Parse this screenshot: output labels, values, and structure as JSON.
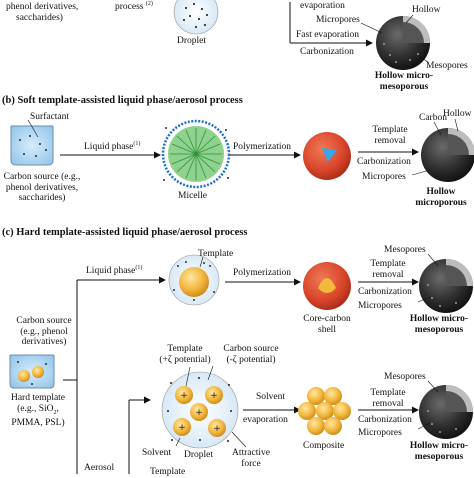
{
  "top": {
    "carbon_source_tail": "phenol derivatives,",
    "carbon_source_tail2": "saccharides)",
    "process": "process",
    "process_sup": "(2)",
    "droplet": "Droplet",
    "evaporation": "evaporation",
    "fast_evaporation": "Fast evaporation",
    "carbonization": "Carbonization",
    "micropores": "Micropores",
    "hollow": "Hollow",
    "mesopores": "Mesopores",
    "result_line1": "Hollow micro-",
    "result_line2": "mesoporous"
  },
  "section_b": {
    "title": "(b) Soft template-assisted liquid phase/aerosol process",
    "surfactant": "Surfactant",
    "liquid_phase": "Liquid phase",
    "liquid_phase_sup": "(1)",
    "polymerization": "Polymerization",
    "micelle": "Micelle",
    "template_removal_1": "Template",
    "template_removal_2": "removal",
    "carbon": "Carbon",
    "hollow": "Hollow",
    "carbonization": "Carbonization",
    "micropores": "Micropores",
    "carbon_source_1": "Carbon source (e.g.,",
    "carbon_source_2": "phenol derivatives,",
    "carbon_source_3": "saccharides)",
    "result_line1": "Hollow",
    "result_line2": "microporous"
  },
  "section_c": {
    "title": "(c) Hard template-assisted liquid phase/aerosol process",
    "liquid_phase": "Liquid phase",
    "liquid_phase_sup": "(1)",
    "template": "Template",
    "polymerization": "Polymerization",
    "mesopores_1": "Mesopores",
    "template_removal_1a": "Template",
    "template_removal_1b": "removal",
    "carbonization_1": "Carbonization",
    "micropores_1": "Micropores",
    "core_shell_1": "Core-carbon",
    "core_shell_2": "shell",
    "result1_line1": "Hollow micro-",
    "result1_line2": "mesoporous",
    "carbon_source_1": "Carbon source",
    "carbon_source_2": "(e.g., phenol",
    "carbon_source_3": "derivatives)",
    "template_pos_1": "Template",
    "template_pos_2": "(+ζ potential)",
    "carbon_neg_1": "Carbon source",
    "carbon_neg_2": "(-ζ potential)",
    "hard_template_1": "Hard template",
    "hard_template_2": "(e.g., SiO",
    "hard_template_2_sub": "2",
    "hard_template_2_end": ",",
    "hard_template_3": "PMMA, PSL)",
    "solvent_arrow_1": "Solvent",
    "solvent_arrow_2": "evaporation",
    "mesopores_2": "Mesopores",
    "template_removal_2a": "Template",
    "template_removal_2b": "removal",
    "carbonization_2": "Carbonization",
    "micropores_2": "Micropores",
    "solvent": "Solvent",
    "droplet": "Droplet",
    "attractive_1": "Attractive",
    "attractive_2": "force",
    "composite": "Composite",
    "result2_line1": "Hollow micro-",
    "result2_line2": "mesoporous",
    "aerosol": "Aerosol",
    "template_cut": "Template"
  }
}
